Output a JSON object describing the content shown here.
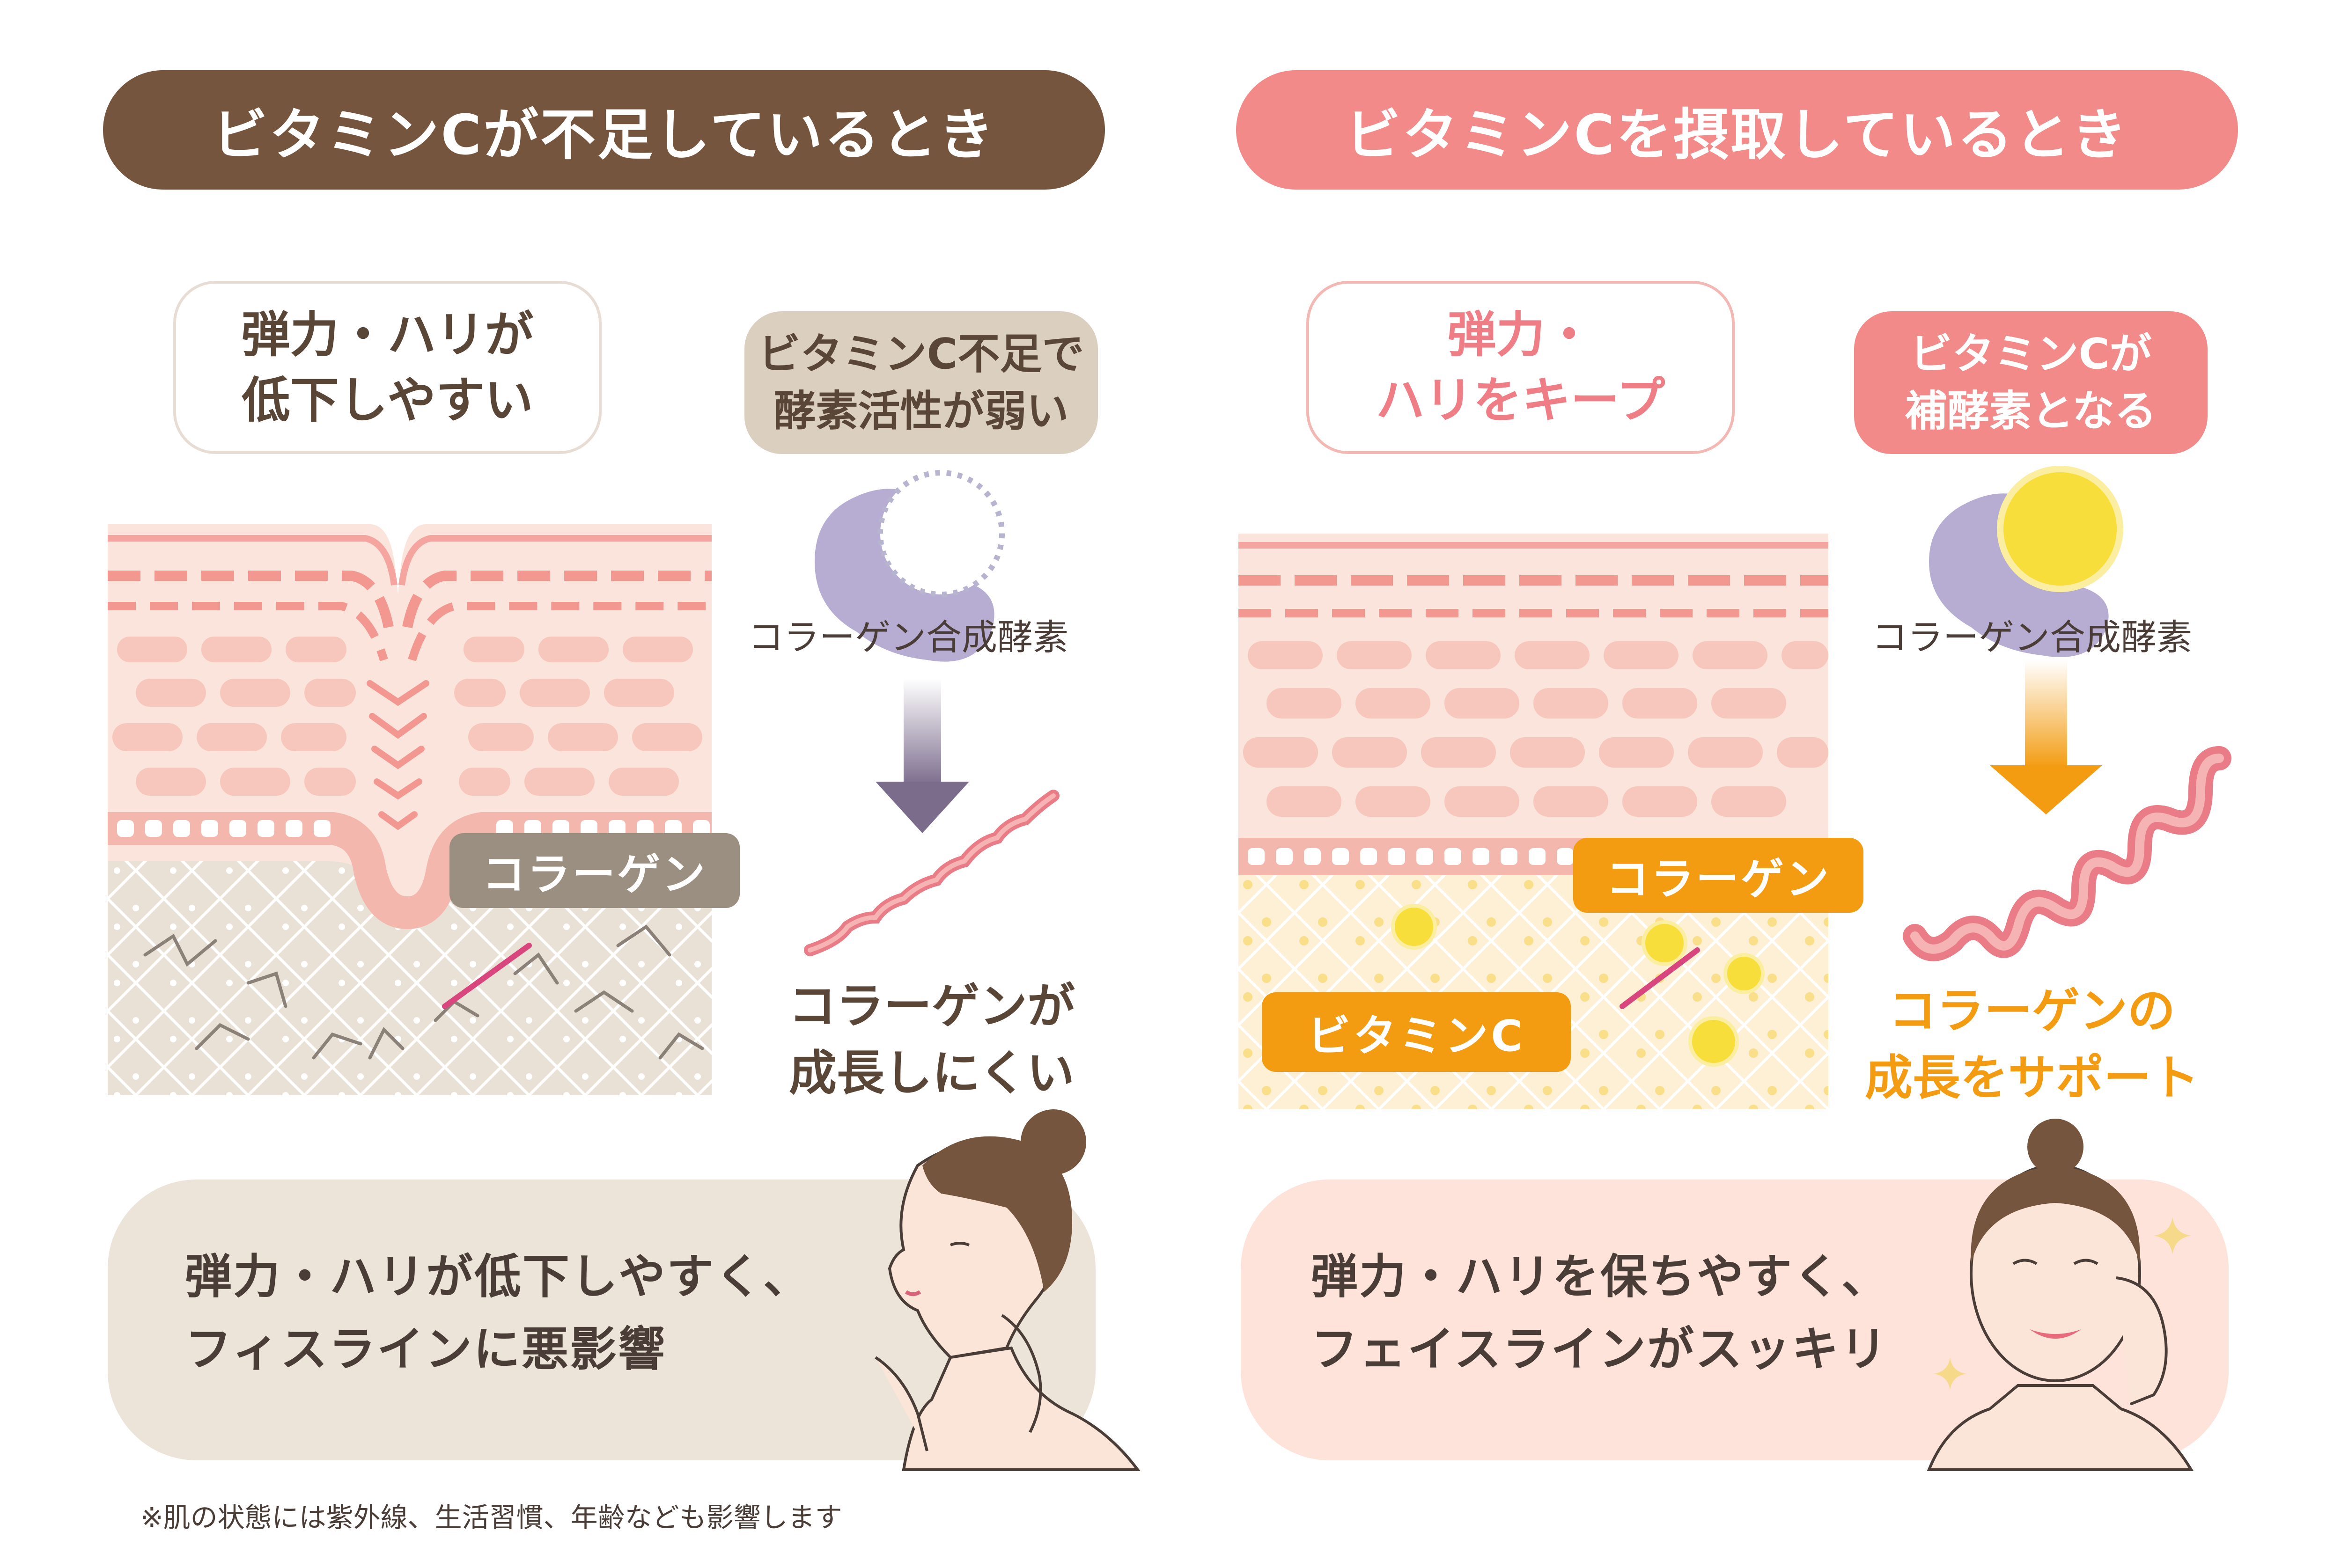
{
  "left": {
    "header": "ビタミンCが不足しているとき",
    "callout_lines": [
      "弾力・ハリが",
      "低下しやすい"
    ],
    "enzyme_tag_lines": [
      "ビタミンC不足で",
      "酵素活性が弱い"
    ],
    "enzyme_label": "コラーゲン合成酵素",
    "collagen_tag": "コラーゲン",
    "result_lines": [
      "コラーゲンが",
      "成長しにくい"
    ],
    "bottom_lines": [
      "弾力・ハリが低下しやすく、",
      "フィスラインに悪影響"
    ]
  },
  "right": {
    "header": "ビタミンCを摂取しているとき",
    "callout_lines": [
      "弾力・",
      "ハリをキープ"
    ],
    "enzyme_tag_lines": [
      "ビタミンCが",
      "補酵素となる"
    ],
    "enzyme_label": "コラーゲン合成酵素",
    "collagen_tag": "コラーゲン",
    "vitamin_tag": "ビタミンC",
    "result_lines": [
      "コラーゲンの",
      "成長をサポート"
    ],
    "bottom_lines": [
      "弾力・ハリを保ちやすく、",
      "フェイスラインがスッキリ"
    ]
  },
  "footnote": "※肌の状態には紫外線、生活習慣、年齢なども影響します",
  "colors": {
    "brown": "#76553e",
    "pink": "#f28a8a",
    "beige_tag": "#dbcfc0",
    "gray_tag": "#9a8f80",
    "orange": "#f39c12",
    "yellow": "#f8de3a",
    "purple": "#b7acd1",
    "skin": "#fbe1d8",
    "skin_stripe": "#f4a5a0"
  }
}
